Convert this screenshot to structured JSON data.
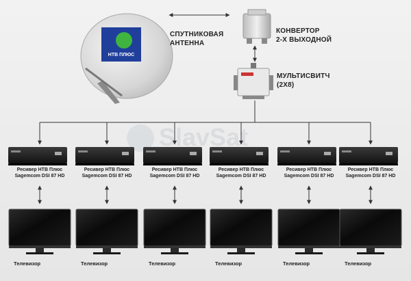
{
  "dish": {
    "brand": "НТВ ПЛЮС",
    "label_line1": "СПУТНИКОВАЯ",
    "label_line2": "АНТЕННА"
  },
  "converter": {
    "label_line1": "КОНВЕРТОР",
    "label_line2": "2-Х ВЫХОДНОЙ"
  },
  "multiswitch": {
    "label_line1": "МУЛЬТИСВИТЧ",
    "label_line2": "(2Х8)"
  },
  "watermark": "SlavSat",
  "receivers": [
    {
      "line1": "Ресивер НТВ Плюс",
      "line2": "Sagemcom DSI 87 HD"
    },
    {
      "line1": "Ресивер НТВ Плюс",
      "line2": "Sagemcom DSI 87 HD"
    },
    {
      "line1": "Ресивер НТВ Плюс",
      "line2": "Sagemcom DSI 87 HD"
    },
    {
      "line1": "Ресивер НТВ Плюс",
      "line2": "Sagemcom DSI 87 HD"
    },
    {
      "line1": "Ресивер НТВ Плюс",
      "line2": "Sagemcom DSI 87 HD"
    },
    {
      "line1": "Ресивер НТВ Плюс",
      "line2": "Sagemcom DSI 87 HD"
    }
  ],
  "tvs": [
    {
      "label": "Телевизор"
    },
    {
      "label": "Телевизор"
    },
    {
      "label": "Телевизор"
    },
    {
      "label": "Телевизор"
    },
    {
      "label": "Телевизор"
    },
    {
      "label": "Телевизор"
    }
  ],
  "colors": {
    "background": "#ececec",
    "dish": "#dcdcdc",
    "device": "#1a1a1a",
    "line": "#333333",
    "screen": "#0e0e0e"
  }
}
